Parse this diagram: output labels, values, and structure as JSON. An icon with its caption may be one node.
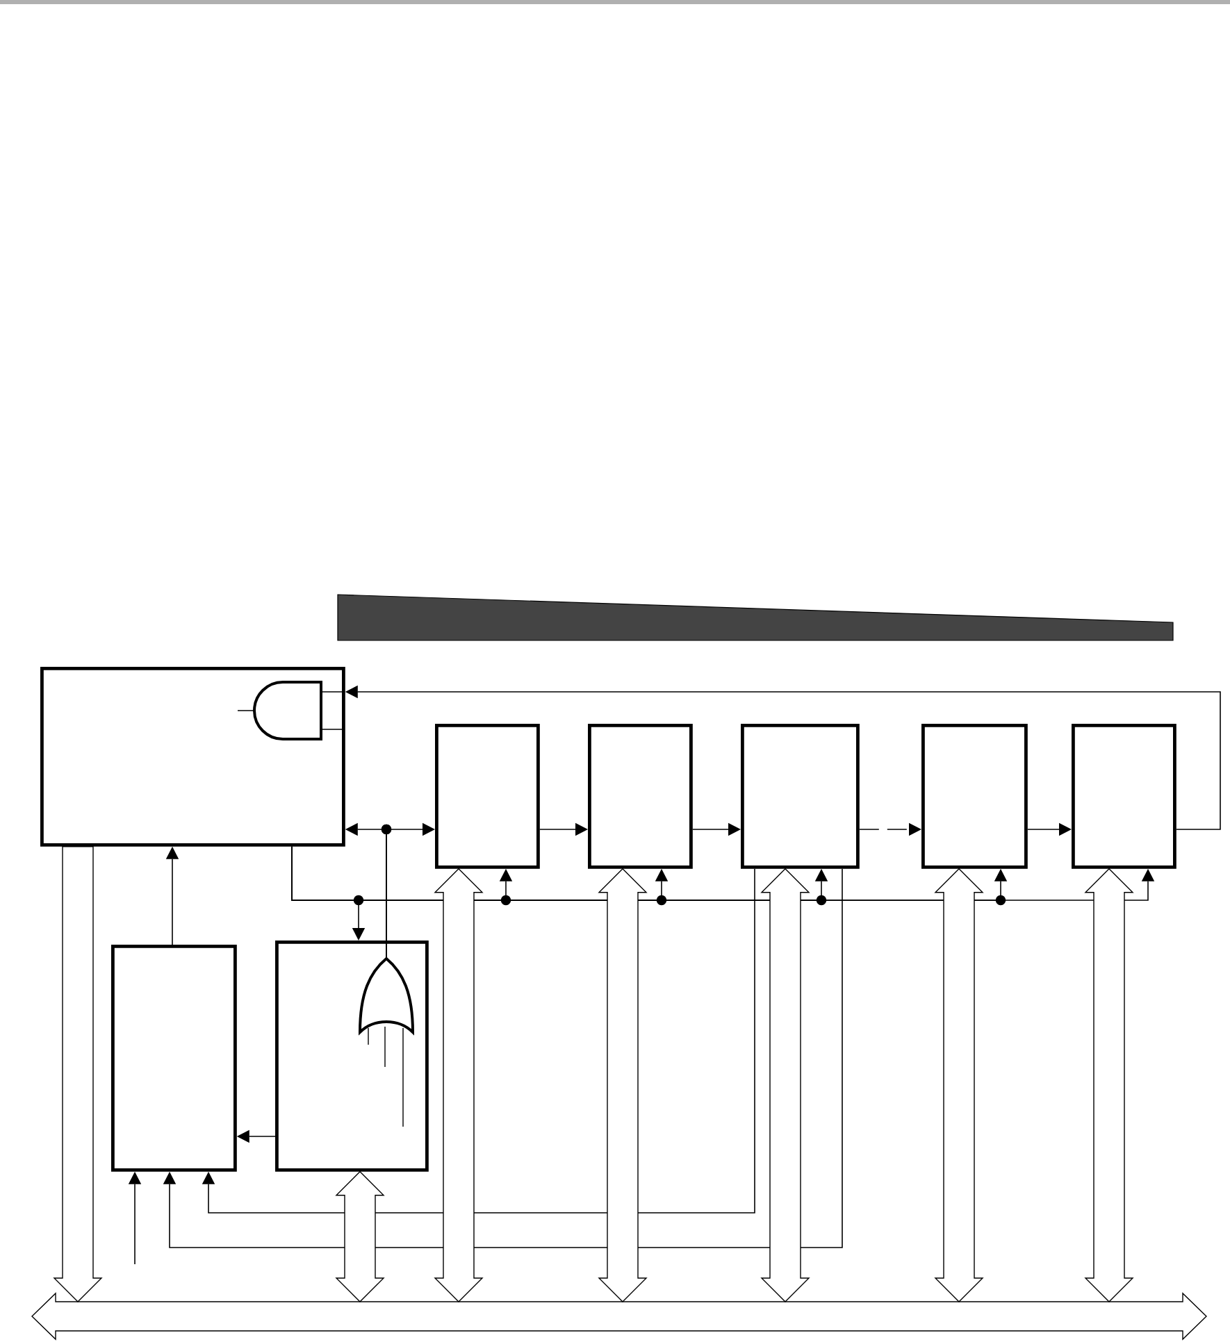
{
  "diagram": {
    "nodes": [
      {
        "text": [],
        "shape": "box"
      },
      {
        "text": [],
        "shape": "gate",
        "in": 0
      },
      {
        "text": [],
        "shape": "box"
      },
      {
        "text": [],
        "shape": "box"
      },
      {
        "text": [],
        "shape": "box"
      },
      {
        "text": [],
        "shape": "box"
      },
      {
        "text": [],
        "shape": "box"
      },
      {
        "text": [],
        "shape": "box"
      },
      {
        "text": [],
        "shape": "box"
      },
      {
        "text": [],
        "shape": "gate",
        "in": 8
      },
      {
        "text": [],
        "shape": "bar"
      },
      {
        "text": [],
        "shape": "wedge"
      }
    ],
    "edges": [
      {
        "from": 2,
        "to": 3,
        "arrow": "to"
      },
      {
        "from": 3,
        "to": 4,
        "arrow": "to"
      },
      {
        "from": 4,
        "to": 5,
        "arrow": "to",
        "style": "dashed"
      },
      {
        "from": 5,
        "to": 6,
        "arrow": "to"
      },
      {
        "from": 6,
        "to": 0,
        "arrow": "to"
      },
      {
        "from": 9,
        "to": 0,
        "arrow": "to"
      },
      {
        "from": 9,
        "to": 2,
        "arrow": "to"
      },
      {
        "from": 7,
        "to": 0,
        "arrow": "to"
      },
      {
        "from": 8,
        "to": 7,
        "arrow": "to"
      },
      {
        "from": 0,
        "to": 2,
        "arrow": "to"
      },
      {
        "from": 0,
        "to": 3,
        "arrow": "to"
      },
      {
        "from": 0,
        "to": 4,
        "arrow": "to"
      },
      {
        "from": 0,
        "to": 5,
        "arrow": "to"
      },
      {
        "from": 0,
        "to": 6,
        "arrow": "to"
      },
      {
        "from": 0,
        "to": 8,
        "arrow": "to"
      },
      {
        "from": 4,
        "to": 7,
        "arrow": "to"
      },
      {
        "from": 4,
        "to": 7,
        "arrow": "to"
      },
      {
        "from": null,
        "to": 7,
        "arrow": "to"
      },
      {
        "from": 0,
        "to": 10,
        "arrow": "to",
        "style": "thick"
      },
      {
        "from": 8,
        "to": 10,
        "arrow": "both",
        "style": "thick"
      },
      {
        "from": 2,
        "to": 10,
        "arrow": "both",
        "style": "thick"
      },
      {
        "from": 3,
        "to": 10,
        "arrow": "both",
        "style": "thick"
      },
      {
        "from": 4,
        "to": 10,
        "arrow": "both",
        "style": "thick"
      },
      {
        "from": 5,
        "to": 10,
        "arrow": "both",
        "style": "thick"
      },
      {
        "from": 6,
        "to": 10,
        "arrow": "both",
        "style": "thick"
      }
    ]
  }
}
